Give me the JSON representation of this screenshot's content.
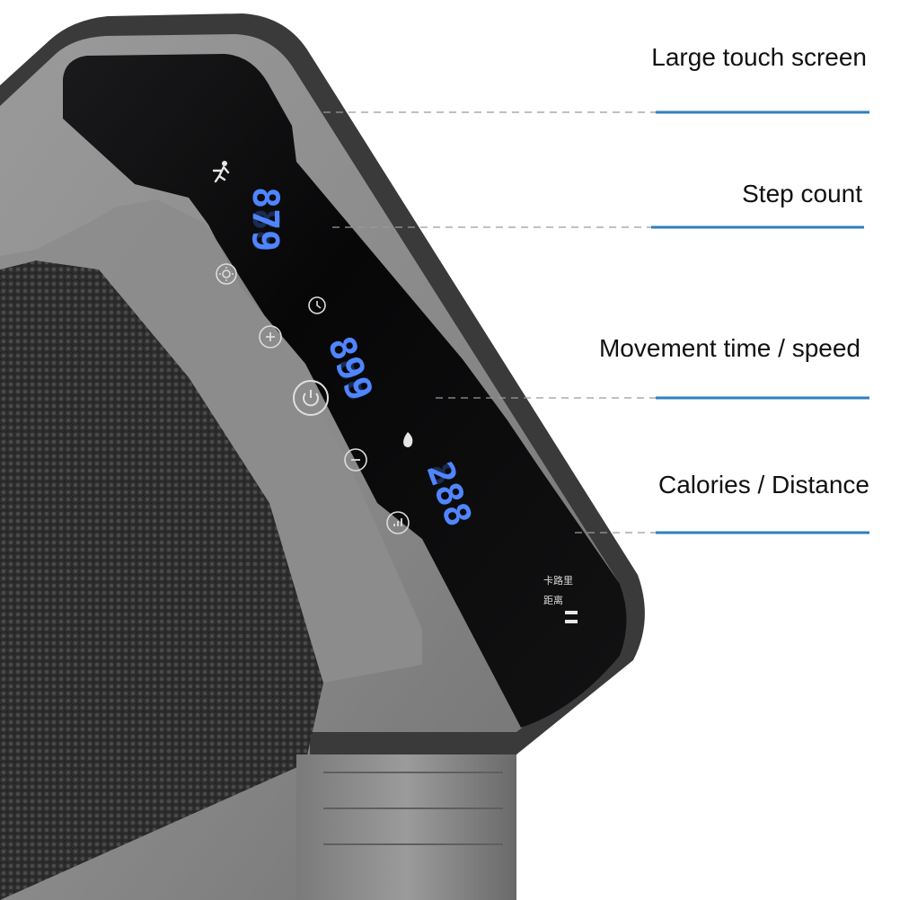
{
  "callouts": {
    "touch_screen": "Large touch screen",
    "step_count": "Step count",
    "movement": "Movement time / speed",
    "calories": "Calories / Distance"
  },
  "display": {
    "steps_value": "879",
    "time_value": "899",
    "calories_value": "288",
    "badge_line1": "卡路里",
    "badge_line2": "距离"
  },
  "icons": {
    "walker": "running-person-icon",
    "brightness": "sun-icon",
    "timer": "clock-icon",
    "plus": "plus-icon",
    "power": "power-icon",
    "minus": "minus-icon",
    "speed": "speed-bars-icon",
    "fire": "flame-icon"
  },
  "colors": {
    "led": "#4f86ff",
    "frame": "#8f8f8f",
    "glass": "#0b0b0c",
    "accent_line": "#2f7fc1"
  }
}
